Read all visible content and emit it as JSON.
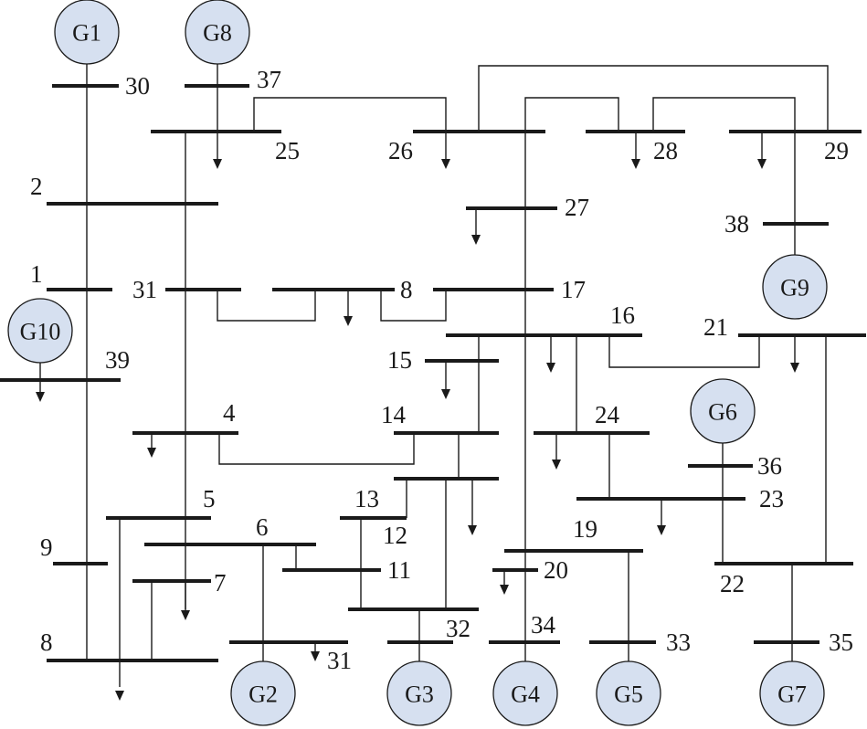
{
  "bus_labels": {
    "b30": "30",
    "b37": "37",
    "b25": "25",
    "b26": "26",
    "b28": "28",
    "b29": "29",
    "b2": "2",
    "b27": "27",
    "b38": "38",
    "b1": "1",
    "b31a": "31",
    "b8a": "8",
    "b17": "17",
    "b16": "16",
    "b21": "21",
    "b39": "39",
    "b15": "15",
    "b4": "4",
    "b14": "14",
    "b24": "24",
    "b36": "36",
    "b13": "13",
    "b23": "23",
    "b5": "5",
    "b6": "6",
    "b12": "12",
    "b19": "19",
    "b9": "9",
    "b11": "11",
    "b20": "20",
    "b7": "7",
    "b22": "22",
    "b32": "32",
    "b34": "34",
    "b33": "33",
    "b35": "35",
    "b8": "8",
    "b31b": "31"
  },
  "generators": {
    "g1": "G1",
    "g8": "G8",
    "g10": "G10",
    "g9": "G9",
    "g6": "G6",
    "g2": "G2",
    "g3": "G3",
    "g4": "G4",
    "g5": "G5",
    "g7": "G7"
  },
  "colors": {
    "generator_fill": "#d6e0f0",
    "line": "#1a1a1a"
  }
}
